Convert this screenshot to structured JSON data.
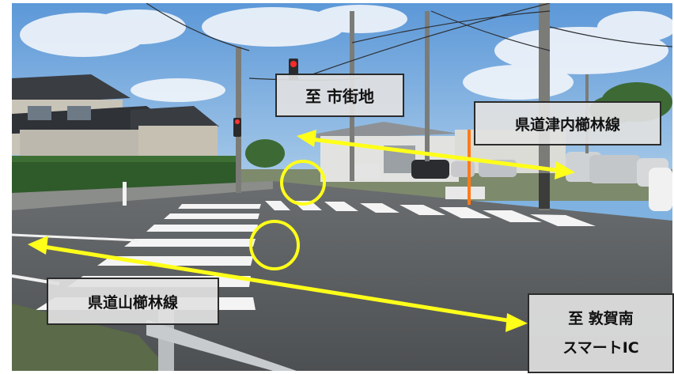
{
  "image": {
    "description_colors": {
      "sky": "#7fb2e0",
      "road": "#5a5d60",
      "arrow": "#ffff1a",
      "circle": "#ffff1a",
      "label_bg": "#e1e1e1"
    }
  },
  "labels": {
    "to_city_center": "至 市街地",
    "prefectural_road_tsunai": "県道津内櫛林線",
    "prefectural_road_yama": "県道山櫛林線",
    "to_tsuruga_south_line1": "至 敦賀南",
    "to_tsuruga_south_line2": "スマートIC"
  },
  "traffic_signal": {
    "state": "red"
  }
}
